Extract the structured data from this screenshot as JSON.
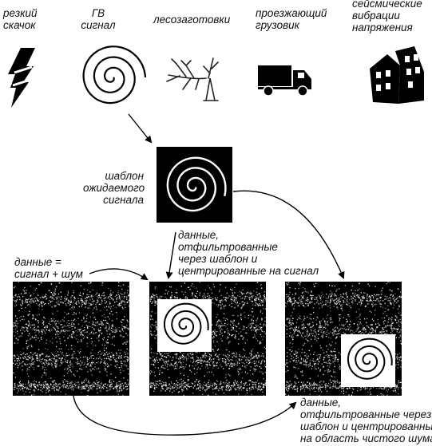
{
  "sources": [
    {
      "id": "jump",
      "label": "резкий\nскачок",
      "icon": "lightning-bolt-icon"
    },
    {
      "id": "gw",
      "label": "ГВ\nсигнал",
      "icon": "spiral-icon"
    },
    {
      "id": "logging",
      "label": "лесозаготовки",
      "icon": "falling-tree-icon"
    },
    {
      "id": "truck",
      "label": "проезжающий\nгрузовик",
      "icon": "truck-icon"
    },
    {
      "id": "seismic",
      "label": "сейсмические\nвибрации\nнапряжения",
      "icon": "collapsing-building-icon"
    }
  ],
  "template": {
    "label": "шаблон\nожидаемого\nсигнала"
  },
  "panels": {
    "data_label": "данные =\nсигнал + шум",
    "filtered_label": "данные,\nотфильтрованные\nчерез шаблон и\nцентрированные на сигнал",
    "noise_label": "данные,\nотфильтрованные через\nшаблон и центрированные\nна область чистого шума"
  },
  "colors": {
    "ink": "#111111",
    "panel_bg": "#000000",
    "noise": "#ffffff"
  }
}
